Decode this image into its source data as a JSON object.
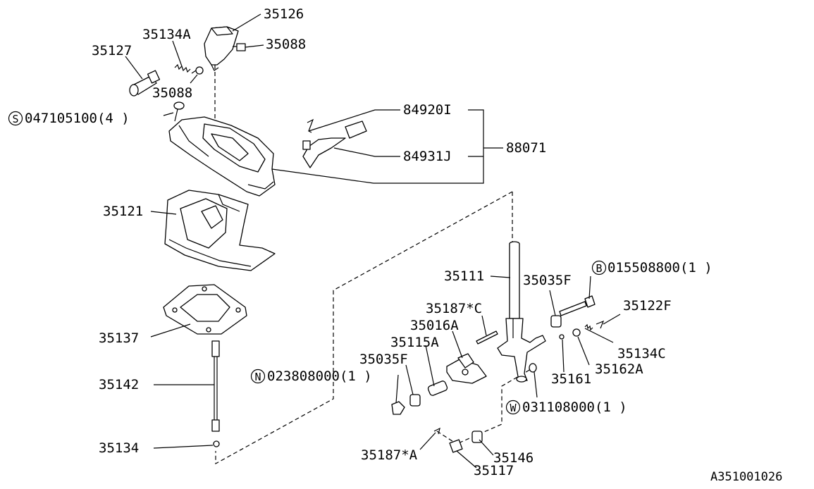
{
  "labels": {
    "p35126": "35126",
    "p35134A": "35134A",
    "p35088_top": "35088",
    "p35127": "35127",
    "p35088_mid": "35088",
    "pS047105100": "047105100(4 )",
    "p84920I": "84920I",
    "p84931J": "84931J",
    "p88071": "88071",
    "p35121": "35121",
    "p35111": "35111",
    "pB015508800": "015508800(1 )",
    "p35035F_right": "35035F",
    "p35122F": "35122F",
    "p35187C": "35187*C",
    "p35016A": "35016A",
    "p35134C": "35134C",
    "p35115A": "35115A",
    "p35035F_left": "35035F",
    "p35162A": "35162A",
    "p35161": "35161",
    "pN023808000": "023808000(1 )",
    "p35137": "35137",
    "p35142": "35142",
    "pW031108000": "031108000(1 )",
    "p35134": "35134",
    "p35187A": "35187*A",
    "p35146": "35146",
    "p35117": "35117",
    "diagram_id": "A351001026"
  },
  "markers": {
    "S": "S",
    "N": "N",
    "B": "B",
    "W": "W"
  }
}
